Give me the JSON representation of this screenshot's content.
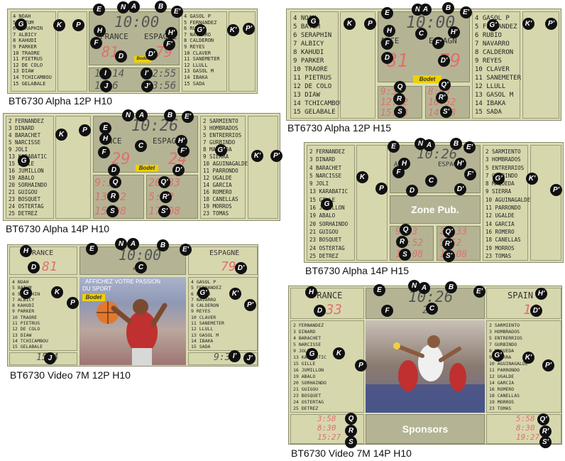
{
  "captions": {
    "b1": "BT6730 Alpha 12P H10",
    "b2": "BT6730 Alpha 12P H15",
    "b3": "BT6730 Alpha 14P H10",
    "b4": "BT6730 Alpha 14P H15",
    "b5": "BT6730 Video 7M 12P H10",
    "b6": "BT6730 Video 7M 14P H10"
  },
  "teams": {
    "home": "FRANCE",
    "home_short": "ANCE",
    "away": "ESPAGNE",
    "away_short": "ESPAGN",
    "away_video": "SPAIN"
  },
  "logo": "Bodet",
  "zone_pub": "Zone Pub.",
  "sponsors": "Sponsors",
  "video_ad": {
    "line1": "AFFICHEZ VOTRE PASSION",
    "line2": "DU SPORT"
  },
  "clock": {
    "v1": "10:00",
    "v2": "10:26",
    "period": "4",
    "period2": "2"
  },
  "scores": {
    "home": "81",
    "away": "79",
    "home3": "29",
    "away3": "24",
    "home6": "33",
    "away6": "10"
  },
  "rosters": {
    "h12": [
      "4 NOAH",
      "5 BATUM",
      "6 SERAPHIN",
      "7 ALBICY",
      "8 KAHUDI",
      "9 PARKER",
      "10 TRAORE",
      "11 PIETRUS",
      "12 DE COLO",
      "13 DIAW",
      "14 TCHICAMBOU",
      "15 GELABALE"
    ],
    "a12": [
      "4 GASOL P",
      "5 FERNANDEZ",
      "6 RUBIO",
      "7 NAVARRO",
      "8 CALDERON",
      "9 REYES",
      "10 CLAVER",
      "11 SANEMETER",
      "12 LLULL",
      "13 GASOL M",
      "14 IBAKA",
      "15 SADA"
    ],
    "h14": [
      "2 FERNANDEZ",
      "3 DINARD",
      "4 BARACHET",
      "5 NARCISSE",
      "9 JOLI",
      "13 KARABATIC",
      "15 GILLE",
      "16 JUMILLON",
      "19 ABALO",
      "20 SORHAINDO",
      "21 GUIGOU",
      "23 BOSQUET",
      "24 OSTERTAG",
      "25 DETREZ"
    ],
    "a14": [
      "2 SARMIENTO",
      "3 HOMBRADOS",
      "5 ENTRERRIOS",
      "7 GURBINDO",
      "8 MAQUEDA",
      "9 SIERRA",
      "10 AGUINAGALDE",
      "11 PARRONDO",
      "12 UGALDE",
      "14 GARCIA",
      "16 ROMERO",
      "18 CANELLAS",
      "19 MORROS",
      "23 TOMAS"
    ],
    "h14v": [
      "2 FERNANDEZ",
      "3 DINARD",
      "4 BARACHET",
      "5 NARCISSE",
      "9 JOLI",
      "13 KARABATIC",
      "15 GILLE",
      "16 JUMILLON",
      "19 ABALO",
      "20 SORHAINDO",
      "21 GUIGOU",
      "23 BOSQUET",
      "24 OSTERTAG",
      "25 DETREZ"
    ],
    "a14v": [
      "2 SARMIENTO",
      "3 HOMBRADOS",
      "5 ENTRERRIOS",
      "7 GURBINDO",
      "8 MAQUEDA",
      "9 SIERRA",
      "10 AGUINAGALDE",
      "11 PARRONDO",
      "12 UGALDE",
      "14 GARCIA",
      "16 ROMERO",
      "18 CANELLAS",
      "19 MORROS",
      "23 TOMAS"
    ]
  },
  "penalties": {
    "h12": [
      [
        "10",
        "14"
      ],
      [
        "11",
        "6"
      ]
    ],
    "a12": [
      [
        "12",
        "55"
      ],
      [
        "13",
        "56"
      ]
    ],
    "h15_left": [
      [
        "9",
        "33"
      ],
      [
        "12",
        "52"
      ],
      [
        "15",
        "08"
      ]
    ],
    "h15_right": [
      [
        "8",
        "03"
      ],
      [
        "10",
        "52"
      ],
      [
        "14",
        "08"
      ]
    ],
    "h14": [
      [
        "9",
        "33"
      ],
      [
        "13",
        "52"
      ],
      [
        "15",
        "08"
      ]
    ],
    "a14": [
      [
        "20",
        "33"
      ],
      [
        "5",
        "52"
      ],
      [
        "17",
        "08"
      ]
    ],
    "v12_left": "15:4",
    "v12_right": "9:3",
    "v14_left": [
      [
        "3",
        "58"
      ],
      [
        "8",
        "30"
      ],
      [
        "15",
        "27"
      ]
    ],
    "v14_right": [
      [
        "5",
        "58"
      ],
      [
        "8",
        "30"
      ],
      [
        "19",
        "27"
      ]
    ]
  },
  "markers": [
    "A",
    "B",
    "C",
    "D",
    "D'",
    "E",
    "E'",
    "F",
    "F'",
    "G",
    "G'",
    "H",
    "H'",
    "I",
    "I'",
    "J",
    "J'",
    "K",
    "K'",
    "N",
    "P",
    "P'",
    "Q",
    "Q'",
    "R",
    "R'",
    "S",
    "S'"
  ]
}
